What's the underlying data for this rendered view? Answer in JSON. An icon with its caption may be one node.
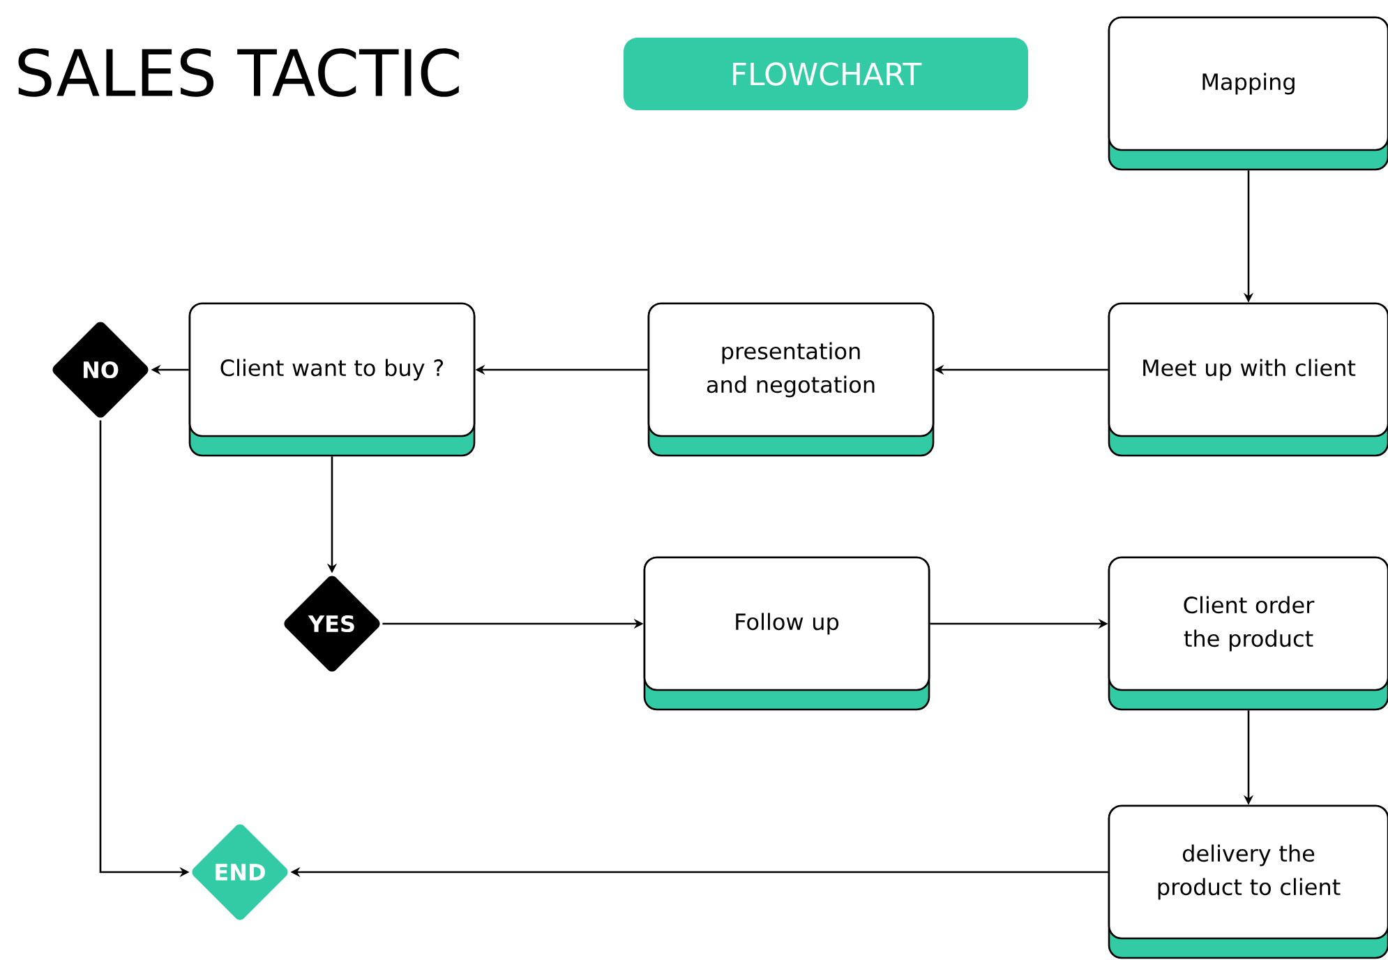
{
  "diagram": {
    "title": "SALES TACTIC",
    "nodes": [
      {
        "text": [
          "Mapping"
        ]
      },
      {
        "text": [
          "Meet up with client"
        ]
      },
      {
        "text": [
          "presentation and negotation"
        ]
      },
      {
        "text": [
          "Client want to buy ?"
        ]
      },
      {
        "text": [
          "NO"
        ]
      },
      {
        "text": [
          "YES"
        ]
      },
      {
        "text": [
          "Follow up"
        ]
      },
      {
        "text": [
          "Client order the product"
        ]
      },
      {
        "text": [
          "delivery the product to client"
        ]
      },
      {
        "text": [
          "END"
        ]
      }
    ],
    "edges": [
      {
        "from": 0,
        "to": 1,
        "arrow": "to"
      },
      {
        "from": 1,
        "to": 2,
        "arrow": "to"
      },
      {
        "from": 2,
        "to": 3,
        "arrow": "to"
      },
      {
        "from": 3,
        "to": 4,
        "arrow": "to"
      },
      {
        "from": 3,
        "to": 5,
        "arrow": "to"
      },
      {
        "from": 5,
        "to": 6,
        "arrow": "to"
      },
      {
        "from": 6,
        "to": 7,
        "arrow": "to"
      },
      {
        "from": 7,
        "to": 8,
        "arrow": "to"
      },
      {
        "from": 8,
        "to": 9,
        "arrow": "to"
      },
      {
        "from": 4,
        "to": 9,
        "arrow": "to"
      }
    ],
    "labels": [
      "FLOWCHART"
    ]
  }
}
